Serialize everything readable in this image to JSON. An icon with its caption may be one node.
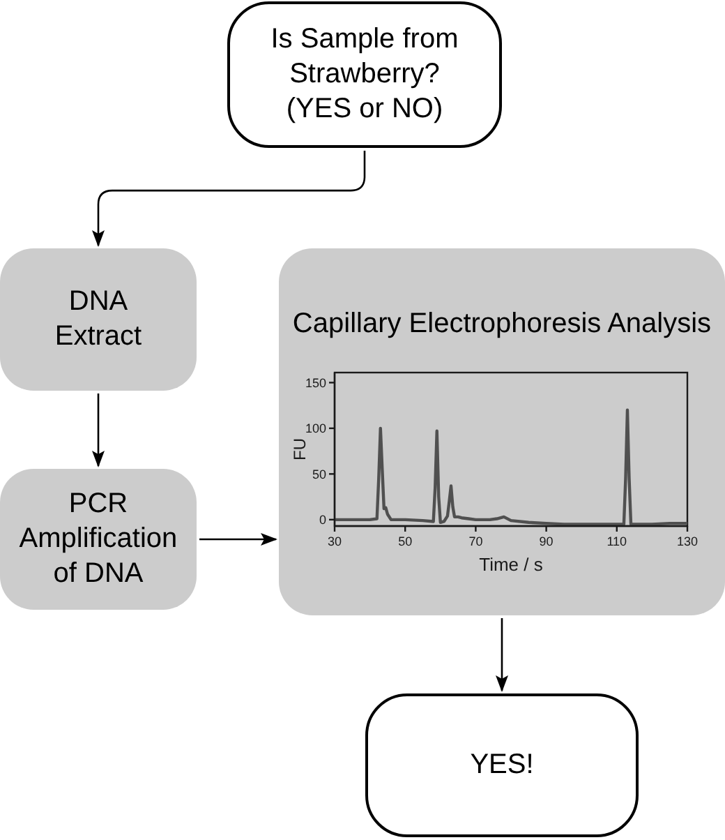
{
  "diagram": {
    "nodes": [
      {
        "text": [
          "Is Sample from Strawberry? (YES or NO)"
        ]
      },
      {
        "text": [
          "DNA Extract"
        ]
      },
      {
        "text": [
          "PCR Amplification of DNA"
        ]
      },
      {
        "text": [
          "Capillary Electrophoresis Analysis"
        ]
      },
      {
        "text": [
          "YES!"
        ]
      }
    ],
    "edges": [
      {
        "from": 0,
        "to": 1,
        "arrow": "to"
      },
      {
        "from": 1,
        "to": 2,
        "arrow": "to"
      },
      {
        "from": 2,
        "to": 3,
        "arrow": "to"
      },
      {
        "from": 3,
        "to": 4,
        "arrow": "to"
      }
    ],
    "chart_data": {
      "type": "line",
      "xlabel": "Time / s",
      "ylabel": "FU",
      "x": [
        30,
        35,
        40,
        42,
        42.5,
        43,
        43.5,
        44,
        44.5,
        45,
        46,
        50,
        55,
        58,
        58.5,
        59,
        59.5,
        60,
        61,
        62,
        62.5,
        63,
        63.5,
        64,
        65,
        66,
        68,
        70,
        74,
        76,
        78,
        80,
        85,
        90,
        95,
        100,
        105,
        110,
        112,
        112.5,
        113,
        113.5,
        114,
        116,
        120,
        125,
        130
      ],
      "series": [
        {
          "color": "#505050",
          "values": [
            0,
            0,
            0,
            1,
            45,
            100,
            55,
            12,
            13,
            6,
            0,
            0,
            -1,
            -2,
            35,
            97,
            25,
            -3,
            -2,
            4,
            20,
            37,
            14,
            3,
            3,
            2,
            1,
            0,
            0,
            1,
            3,
            -1,
            -3,
            -4,
            -5,
            -5,
            -5,
            -5,
            -5,
            45,
            120,
            45,
            -5,
            -5,
            -5,
            -4,
            -4
          ]
        }
      ],
      "xlim": [
        30,
        130
      ],
      "ylim": [
        -7,
        161
      ],
      "xticks": [
        30,
        50,
        70,
        90,
        110,
        130
      ],
      "yticks": [
        0,
        50,
        100,
        150
      ]
    }
  }
}
